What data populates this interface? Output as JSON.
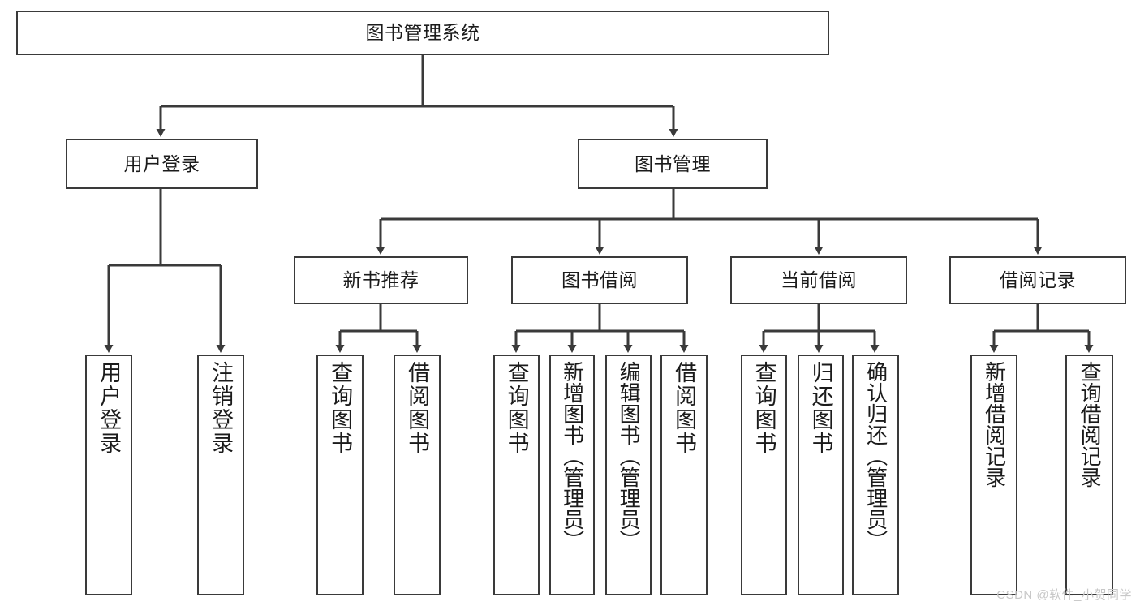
{
  "diagram": {
    "title": "图书管理系统",
    "type": "功能结构图",
    "root": {
      "id": "root",
      "label": "图书管理系统"
    },
    "level1": [
      {
        "id": "user-login",
        "label": "用户登录"
      },
      {
        "id": "book-manage",
        "label": "图书管理"
      }
    ],
    "level2": [
      {
        "id": "new-book-rec",
        "label": "新书推荐",
        "parent": "book-manage"
      },
      {
        "id": "book-borrow",
        "label": "图书借阅",
        "parent": "book-manage"
      },
      {
        "id": "current-borrow",
        "label": "当前借阅",
        "parent": "book-manage"
      },
      {
        "id": "borrow-record",
        "label": "借阅记录",
        "parent": "book-manage"
      }
    ],
    "leaves": [
      {
        "id": "leaf-user-login",
        "label": "用户登录",
        "parent": "user-login"
      },
      {
        "id": "leaf-user-logout",
        "label": "注销登录",
        "parent": "user-login"
      },
      {
        "id": "leaf-query-book-1",
        "label": "查询图书",
        "parent": "new-book-rec"
      },
      {
        "id": "leaf-borrow-book-1",
        "label": "借阅图书",
        "parent": "new-book-rec"
      },
      {
        "id": "leaf-query-book-2",
        "label": "查询图书",
        "parent": "book-borrow"
      },
      {
        "id": "leaf-add-book",
        "label": "新增图书（管理员）",
        "parent": "book-borrow"
      },
      {
        "id": "leaf-edit-book",
        "label": "编辑图书（管理员）",
        "parent": "book-borrow"
      },
      {
        "id": "leaf-borrow-book-2",
        "label": "借阅图书",
        "parent": "book-borrow"
      },
      {
        "id": "leaf-query-book-3",
        "label": "查询图书",
        "parent": "current-borrow"
      },
      {
        "id": "leaf-return-book",
        "label": "归还图书",
        "parent": "current-borrow"
      },
      {
        "id": "leaf-confirm-return",
        "label": "确认归还（管理员）",
        "parent": "current-borrow"
      },
      {
        "id": "leaf-add-record",
        "label": "新增借阅记录",
        "parent": "borrow-record"
      },
      {
        "id": "leaf-query-record",
        "label": "查询借阅记录",
        "parent": "borrow-record"
      }
    ]
  },
  "watermark": {
    "text": "CSDN @软件_小贺同学"
  },
  "colors": {
    "stroke": "#3a3a3a",
    "text": "#1b1b1b",
    "background": "#ffffff",
    "watermark": "#c8c8c8"
  }
}
